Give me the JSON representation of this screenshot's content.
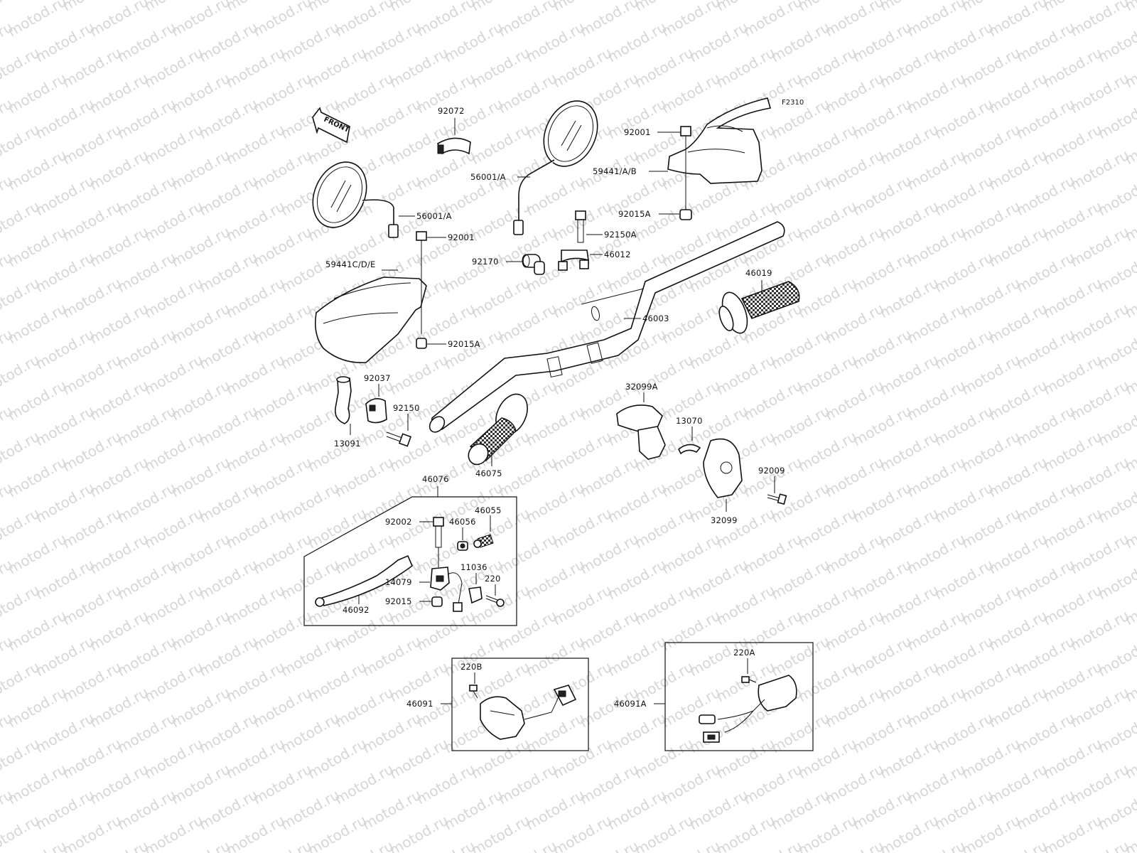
{
  "diagram_code": "F2310",
  "front_marker": "FRONT",
  "watermark": "motod.ru",
  "labels": {
    "p92072": "92072",
    "p56001a_right": "56001/A",
    "p92001_right": "92001",
    "p59441ab": "59441/A/B",
    "p92015a_right": "92015A",
    "p56001a_left": "56001/A",
    "p92001_left": "92001",
    "p92150a": "92150A",
    "p92170": "92170",
    "p46012": "46012",
    "p59441cde": "59441C/D/E",
    "p46019": "46019",
    "p46003": "46003",
    "p92015a_left": "92015A",
    "p92037": "92037",
    "p92150": "92150",
    "p13091": "13091",
    "p32099a": "32099A",
    "p13070": "13070",
    "p46075": "46075",
    "p92009": "92009",
    "p32099": "32099",
    "p46076": "46076",
    "p46055": "46055",
    "p92002": "92002",
    "p46056": "46056",
    "p11036": "11036",
    "p14079": "14079",
    "p220": "220",
    "p92015": "92015",
    "p46092": "46092",
    "p220b": "220B",
    "p220a": "220A",
    "p46091": "46091",
    "p46091a": "46091A"
  }
}
